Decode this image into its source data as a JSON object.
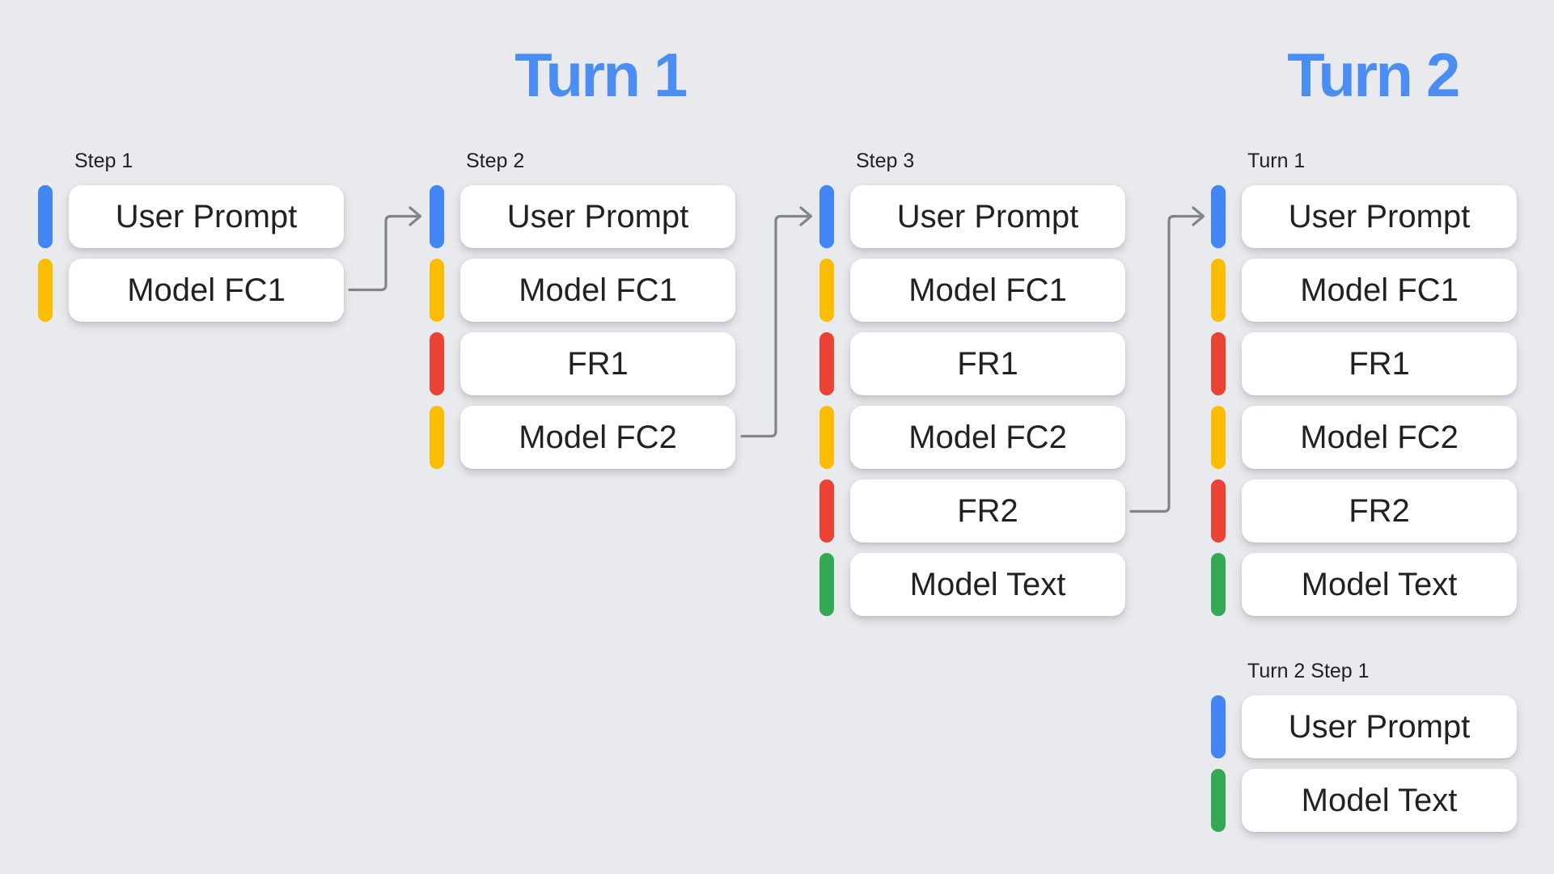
{
  "page": {
    "background": "#E9EAEE"
  },
  "titles": {
    "turn1": "Turn 1",
    "turn2": "Turn 2"
  },
  "colors": {
    "blue": "#4285F4",
    "yellow": "#FBBC04",
    "red": "#EA4335",
    "green": "#34A853",
    "title": "#4C8DF3",
    "arrow": "#7F858A",
    "box_text": "#1F2125",
    "label_text": "#1F2125",
    "box_bg": "#FFFFFF"
  },
  "groups": [
    {
      "label": "Step 1",
      "items": [
        {
          "text": "User Prompt",
          "color": "blue"
        },
        {
          "text": "Model FC1",
          "color": "yellow"
        }
      ]
    },
    {
      "label": "Step 2",
      "items": [
        {
          "text": "User Prompt",
          "color": "blue"
        },
        {
          "text": "Model FC1",
          "color": "yellow"
        },
        {
          "text": "FR1",
          "color": "red"
        },
        {
          "text": "Model FC2",
          "color": "yellow"
        }
      ]
    },
    {
      "label": "Step 3",
      "items": [
        {
          "text": "User Prompt",
          "color": "blue"
        },
        {
          "text": "Model FC1",
          "color": "yellow"
        },
        {
          "text": "FR1",
          "color": "red"
        },
        {
          "text": "Model FC2",
          "color": "yellow"
        },
        {
          "text": "FR2",
          "color": "red"
        },
        {
          "text": "Model Text",
          "color": "green"
        }
      ]
    },
    {
      "label": "Turn 1",
      "items": [
        {
          "text": "User Prompt",
          "color": "blue"
        },
        {
          "text": "Model FC1",
          "color": "yellow"
        },
        {
          "text": "FR1",
          "color": "red"
        },
        {
          "text": "Model FC2",
          "color": "yellow"
        },
        {
          "text": "FR2",
          "color": "red"
        },
        {
          "text": "Model Text",
          "color": "green"
        }
      ]
    },
    {
      "label": "Turn 2 Step 1",
      "items": [
        {
          "text": "User Prompt",
          "color": "blue"
        },
        {
          "text": "Model Text",
          "color": "green"
        }
      ]
    }
  ],
  "arrows": [
    {
      "from": "Step 1 / Model FC1",
      "to": "Step 2 / User Prompt"
    },
    {
      "from": "Step 2 / Model FC2",
      "to": "Step 3 / User Prompt"
    },
    {
      "from": "Step 3 / FR2",
      "to": "Turn 1 / User Prompt"
    }
  ]
}
